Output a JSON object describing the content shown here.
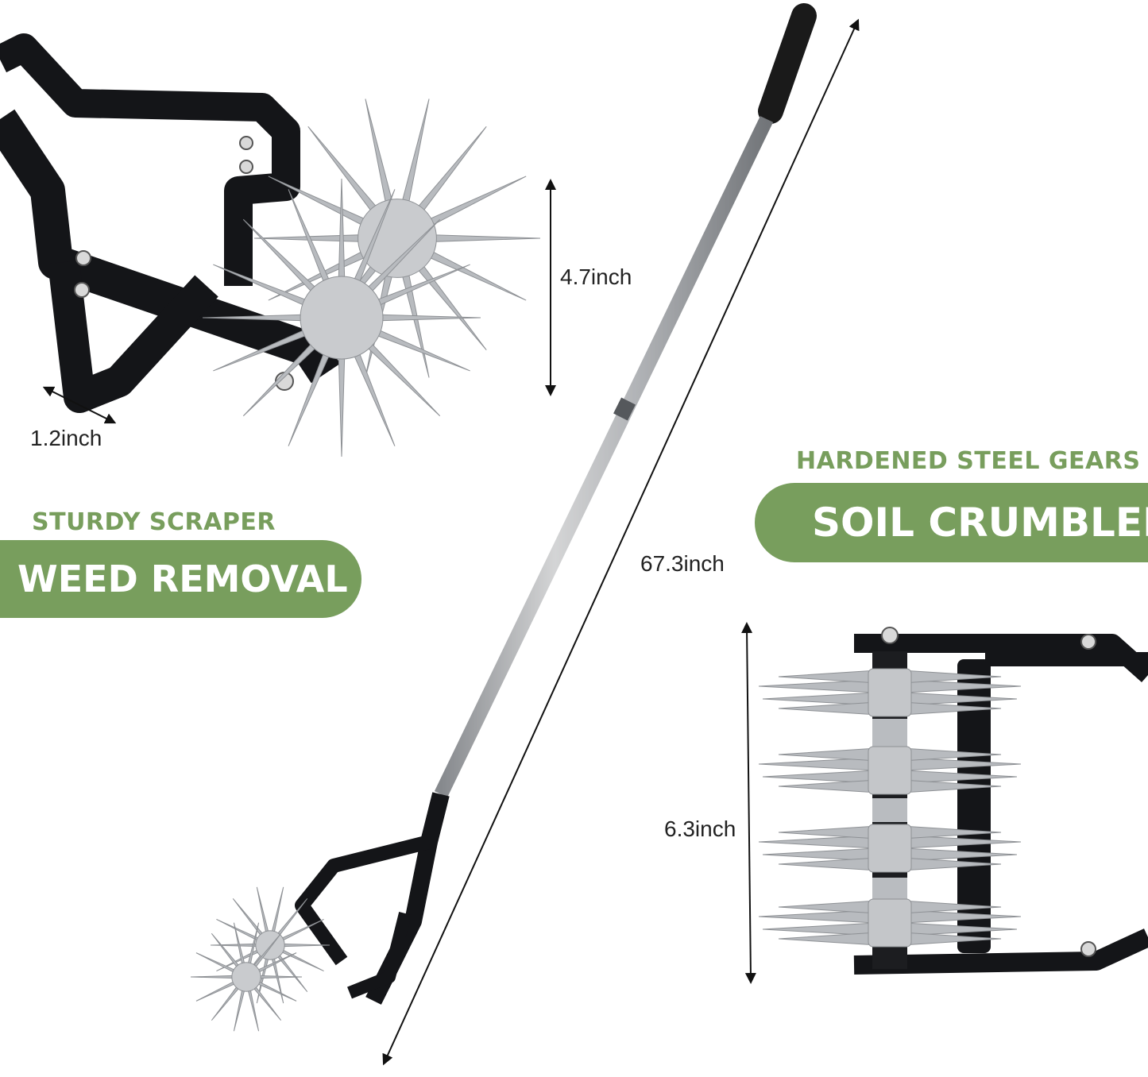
{
  "colors": {
    "accent": "#789e5d",
    "metal": "#b8bbbf",
    "frame": "#141518",
    "text": "#222222"
  },
  "dimensions": {
    "rotor_height": "4.7inch",
    "blade_width": "1.2inch",
    "total_length": "67.3inch",
    "tine_assembly_width": "6.3inch"
  },
  "features": {
    "left": {
      "subtitle": "STURDY SCRAPER",
      "label": "WEED REMOVAL"
    },
    "right": {
      "subtitle": "HARDENED STEEL GEARS",
      "label": "SOIL CRUMBLER"
    }
  }
}
